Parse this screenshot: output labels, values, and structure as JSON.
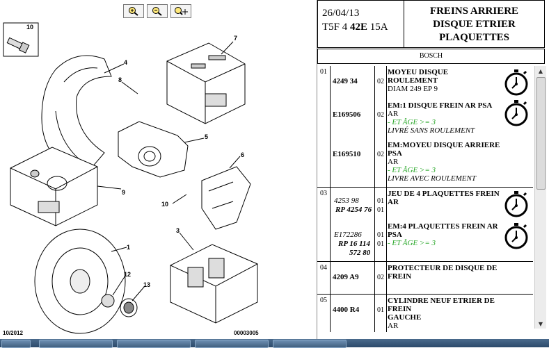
{
  "toolbar": {
    "zoom_in_icon": "zoom-in-icon",
    "zoom_out_icon": "zoom-out-icon",
    "zoom_pan_icon": "zoom-move-icon"
  },
  "diagram": {
    "callouts": [
      "10",
      "7",
      "4",
      "8",
      "5",
      "6",
      "9",
      "10",
      "3",
      "1",
      "12",
      "13"
    ],
    "footer_date": "10/2012",
    "footer_code": "00003005"
  },
  "header": {
    "date": "26/04/13",
    "model_prefix": "T5F 4",
    "model_bold": "42E",
    "model_suffix": "15A",
    "title_lines": [
      "FREINS ARRIERE",
      "DISQUE ETRIER",
      "PLAQUETTES"
    ]
  },
  "brand": "BOSCH",
  "groups": [
    {
      "no": "01",
      "rows": [
        {
          "ref": "4249 34",
          "qty": "02",
          "lines": [
            {
              "t": "MOYEU DISQUE",
              "s": "b"
            },
            {
              "t": "ROULEMENT",
              "s": "b"
            },
            {
              "t": "DIAM 249 EP 9",
              "s": ""
            }
          ]
        },
        {
          "ref": "E169506",
          "qty": "02",
          "lines": [
            {
              "t": "EM:1 DISQUE FREIN AR PSA",
              "s": "b"
            },
            {
              "t": "AR",
              "s": ""
            },
            {
              "t": "- ET ÂGE >= 3",
              "s": "g"
            },
            {
              "t": "LIVRÉ SANS ROULEMENT",
              "s": "it"
            }
          ]
        },
        {
          "ref": "E169510",
          "qty": "02",
          "lines": [
            {
              "t": "EM:MOYEU DISQUE ARRIERE",
              "s": "b"
            },
            {
              "t": "PSA",
              "s": "b"
            },
            {
              "t": "AR",
              "s": ""
            },
            {
              "t": "- ET ÂGE >= 3",
              "s": "g"
            },
            {
              "t": "LIVRE AVEC ROULEMENT",
              "s": "it"
            }
          ]
        }
      ]
    },
    {
      "no": "03",
      "rows": [
        {
          "refs": [
            "4253 98",
            "RP 4254 76"
          ],
          "qtys": [
            "01",
            "01"
          ],
          "lines": [
            {
              "t": "JEU DE 4 PLAQUETTES FREIN",
              "s": "b"
            },
            {
              "t": "AR",
              "s": "b"
            }
          ]
        },
        {
          "refs": [
            "E172286",
            "RP 16 114",
            "572 80"
          ],
          "qtys": [
            "01",
            "01"
          ],
          "lines": [
            {
              "t": "EM:4 PLAQUETTES FREIN AR",
              "s": "b"
            },
            {
              "t": "PSA",
              "s": "b"
            },
            {
              "t": "- ET ÂGE >= 3",
              "s": "g"
            }
          ]
        }
      ]
    },
    {
      "no": "04",
      "rows": [
        {
          "ref": "4209 A9",
          "qty": "02",
          "lines": [
            {
              "t": "PROTECTEUR DE DISQUE DE",
              "s": "b"
            },
            {
              "t": "FREIN",
              "s": "b"
            }
          ]
        }
      ]
    },
    {
      "no": "05",
      "rows": [
        {
          "ref": "4400 R4",
          "qty": "01",
          "lines": [
            {
              "t": "CYLINDRE NEUF ETRIER DE",
              "s": "b"
            },
            {
              "t": "FREIN",
              "s": "b"
            },
            {
              "t": "GAUCHE",
              "s": "b"
            },
            {
              "t": "AR",
              "s": ""
            }
          ]
        }
      ]
    }
  ],
  "scrollbar": {
    "up": "▲",
    "down": "▼"
  }
}
